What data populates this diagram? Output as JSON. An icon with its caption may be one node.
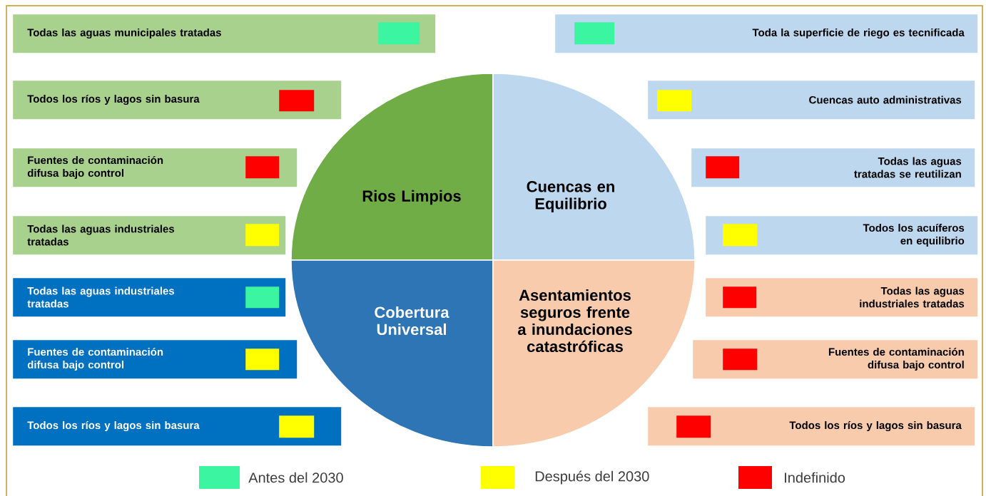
{
  "diagram": {
    "nodes": [
      {
        "text": [
          "Rios Limpios"
        ]
      },
      {
        "text": [
          "Cuencas en Equilibrio"
        ]
      },
      {
        "text": [
          "Cobertura Universal"
        ]
      },
      {
        "text": [
          "Asentamientos seguros frente a inundaciones catastróficas"
        ]
      },
      {
        "text": [
          "Todas las aguas municipales tratadas"
        ]
      },
      {
        "text": [],
        "shape": "box",
        "in": 4
      },
      {
        "text": [
          "Todos los ríos y lagos sin basura"
        ]
      },
      {
        "text": [],
        "shape": "box",
        "in": 6
      },
      {
        "text": [
          "Fuentes de contaminación difusa bajo control"
        ]
      },
      {
        "text": [],
        "shape": "box",
        "in": 8
      },
      {
        "text": [
          "Todas las aguas industriales tratadas"
        ]
      },
      {
        "text": [],
        "shape": "box",
        "in": 10
      },
      {
        "text": [
          "Todas las aguas industriales tratadas"
        ]
      },
      {
        "text": [],
        "shape": "box",
        "in": 12
      },
      {
        "text": [
          "Fuentes de contaminación difusa bajo control"
        ]
      },
      {
        "text": [],
        "shape": "box",
        "in": 14
      },
      {
        "text": [
          "Todos los ríos y lagos sin basura"
        ]
      },
      {
        "text": [],
        "shape": "box",
        "in": 16
      },
      {
        "text": [
          "Toda la superficie de riego es tecnificada"
        ]
      },
      {
        "text": [],
        "shape": "box",
        "in": 18
      },
      {
        "text": [
          "Cuencas auto administrativas"
        ]
      },
      {
        "text": [],
        "shape": "box",
        "in": 20
      },
      {
        "text": [
          "Todas las aguas tratadas se reutilizan"
        ]
      },
      {
        "text": [],
        "shape": "box",
        "in": 22
      },
      {
        "text": [
          "Todos los acuíferos en equilibrio"
        ]
      },
      {
        "text": [],
        "shape": "box",
        "in": 24
      },
      {
        "text": [
          "Todas las aguas industriales tratadas"
        ]
      },
      {
        "text": [],
        "shape": "box",
        "in": 26
      },
      {
        "text": [
          "Fuentes de contaminación difusa bajo control"
        ]
      },
      {
        "text": [],
        "shape": "box",
        "in": 28
      },
      {
        "text": [
          "Todos los ríos y lagos sin basura"
        ]
      },
      {
        "text": [],
        "shape": "box",
        "in": 30
      }
    ],
    "legend": [
      {
        "text": "Antes del 2030",
        "color": "#3cf5a0"
      },
      {
        "text": "Después del 2030",
        "color": "#ffff00"
      },
      {
        "text": "Indefinido",
        "color": "#ff0000"
      }
    ]
  }
}
